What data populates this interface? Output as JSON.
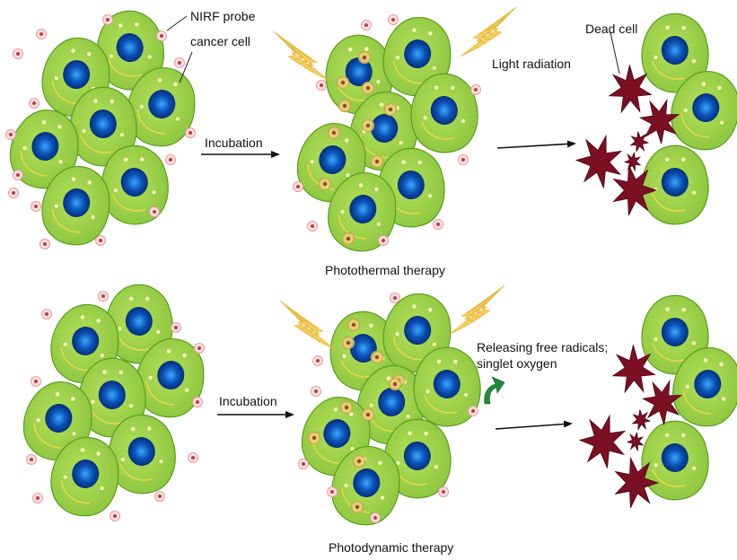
{
  "labels": {
    "probe": "NIRF probe",
    "cancer_cell": "cancer cell",
    "incubation": "Incubation",
    "light_radiation": "Light radiation",
    "dead_cell": "Dead cell",
    "photothermal": "Photothermal therapy",
    "radicals_line1": "Releasing free radicals;",
    "radicals_line2": "singlet oxygen",
    "photodynamic": "Photodynamic therapy"
  },
  "colors": {
    "cell_body": "#8cc63f",
    "cell_edge": "#5a9e1e",
    "nucleus": "#0b53b8",
    "probe": "#c23b3b",
    "probe_bound": "#c8a84a",
    "dead_cell": "#7a1022",
    "light_ray": "#f6cf5c",
    "arrow": "#111111",
    "radical_arrow": "#1e8a3c"
  },
  "icons": {
    "light": "lightning-bolt-icon",
    "radical": "curved-arrow-icon"
  }
}
